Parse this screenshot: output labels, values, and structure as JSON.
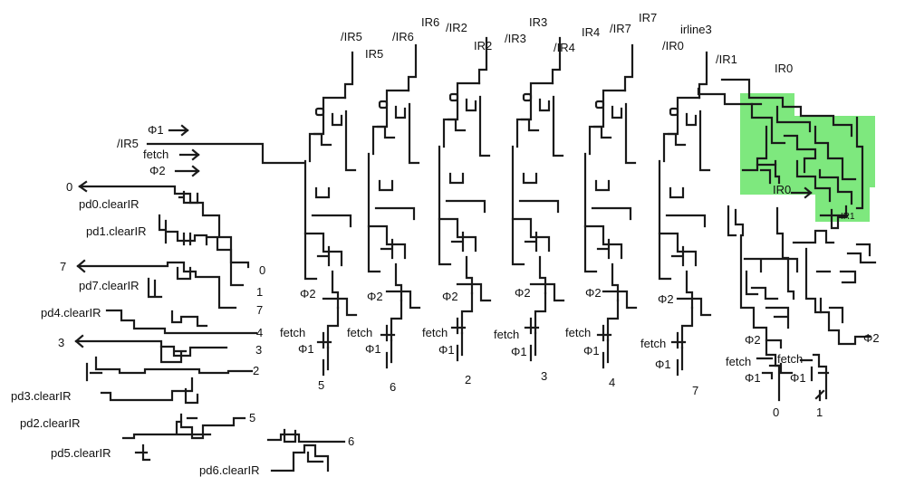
{
  "colors": {
    "highlight": "#7ee87e",
    "wire": "#1a1a1a",
    "background": "#ffffff"
  },
  "top_inputs": [
    "/IR5",
    "IR5",
    "/IR6",
    "IR6",
    "/IR2",
    "IR2",
    "/IR3",
    "IR3",
    "/IR4",
    "IR4",
    "/IR7",
    "IR7",
    "/IR0",
    "irline3",
    "/IR1",
    "IR0"
  ],
  "left_signals": {
    "phi1": "Φ1",
    "ir5_bar": "/IR5",
    "fetch": "fetch",
    "phi2": "Φ2"
  },
  "pulldowns": [
    "pd0.clearIR",
    "pd1.clearIR",
    "pd7.clearIR",
    "pd4.clearIR",
    "pd3.clearIR",
    "pd2.clearIR",
    "pd5.clearIR",
    "pd6.clearIR"
  ],
  "pulldown_outputs": [
    "0",
    "0",
    "7",
    "1",
    "7",
    "4",
    "3",
    "3",
    "2",
    "5",
    "6"
  ],
  "columns": [
    {
      "phi2": "Φ2",
      "fetch": "fetch",
      "phi1": "Φ1",
      "out": "5"
    },
    {
      "phi2": "Φ2",
      "fetch": "fetch",
      "phi1": "Φ1",
      "out": "6"
    },
    {
      "phi2": "Φ2",
      "fetch": "fetch",
      "phi1": "Φ1",
      "out": "2"
    },
    {
      "phi2": "Φ2",
      "fetch": "fetch",
      "phi1": "Φ1",
      "out": "3"
    },
    {
      "phi2": "Φ2",
      "fetch": "fetch",
      "phi1": "Φ1",
      "out": "4"
    },
    {
      "phi2": "Φ2",
      "fetch": "fetch",
      "phi1": "Φ1",
      "out": "7"
    },
    {
      "phi2": "Φ2",
      "fetch": "fetch",
      "phi1": "Φ1",
      "out": "0"
    },
    {
      "phi2": "Φ2",
      "fetch": "fetch",
      "phi1": "Φ1",
      "out": "1"
    }
  ],
  "ir_labels": {
    "ir0": "IR0",
    "ir1": "IR1"
  }
}
